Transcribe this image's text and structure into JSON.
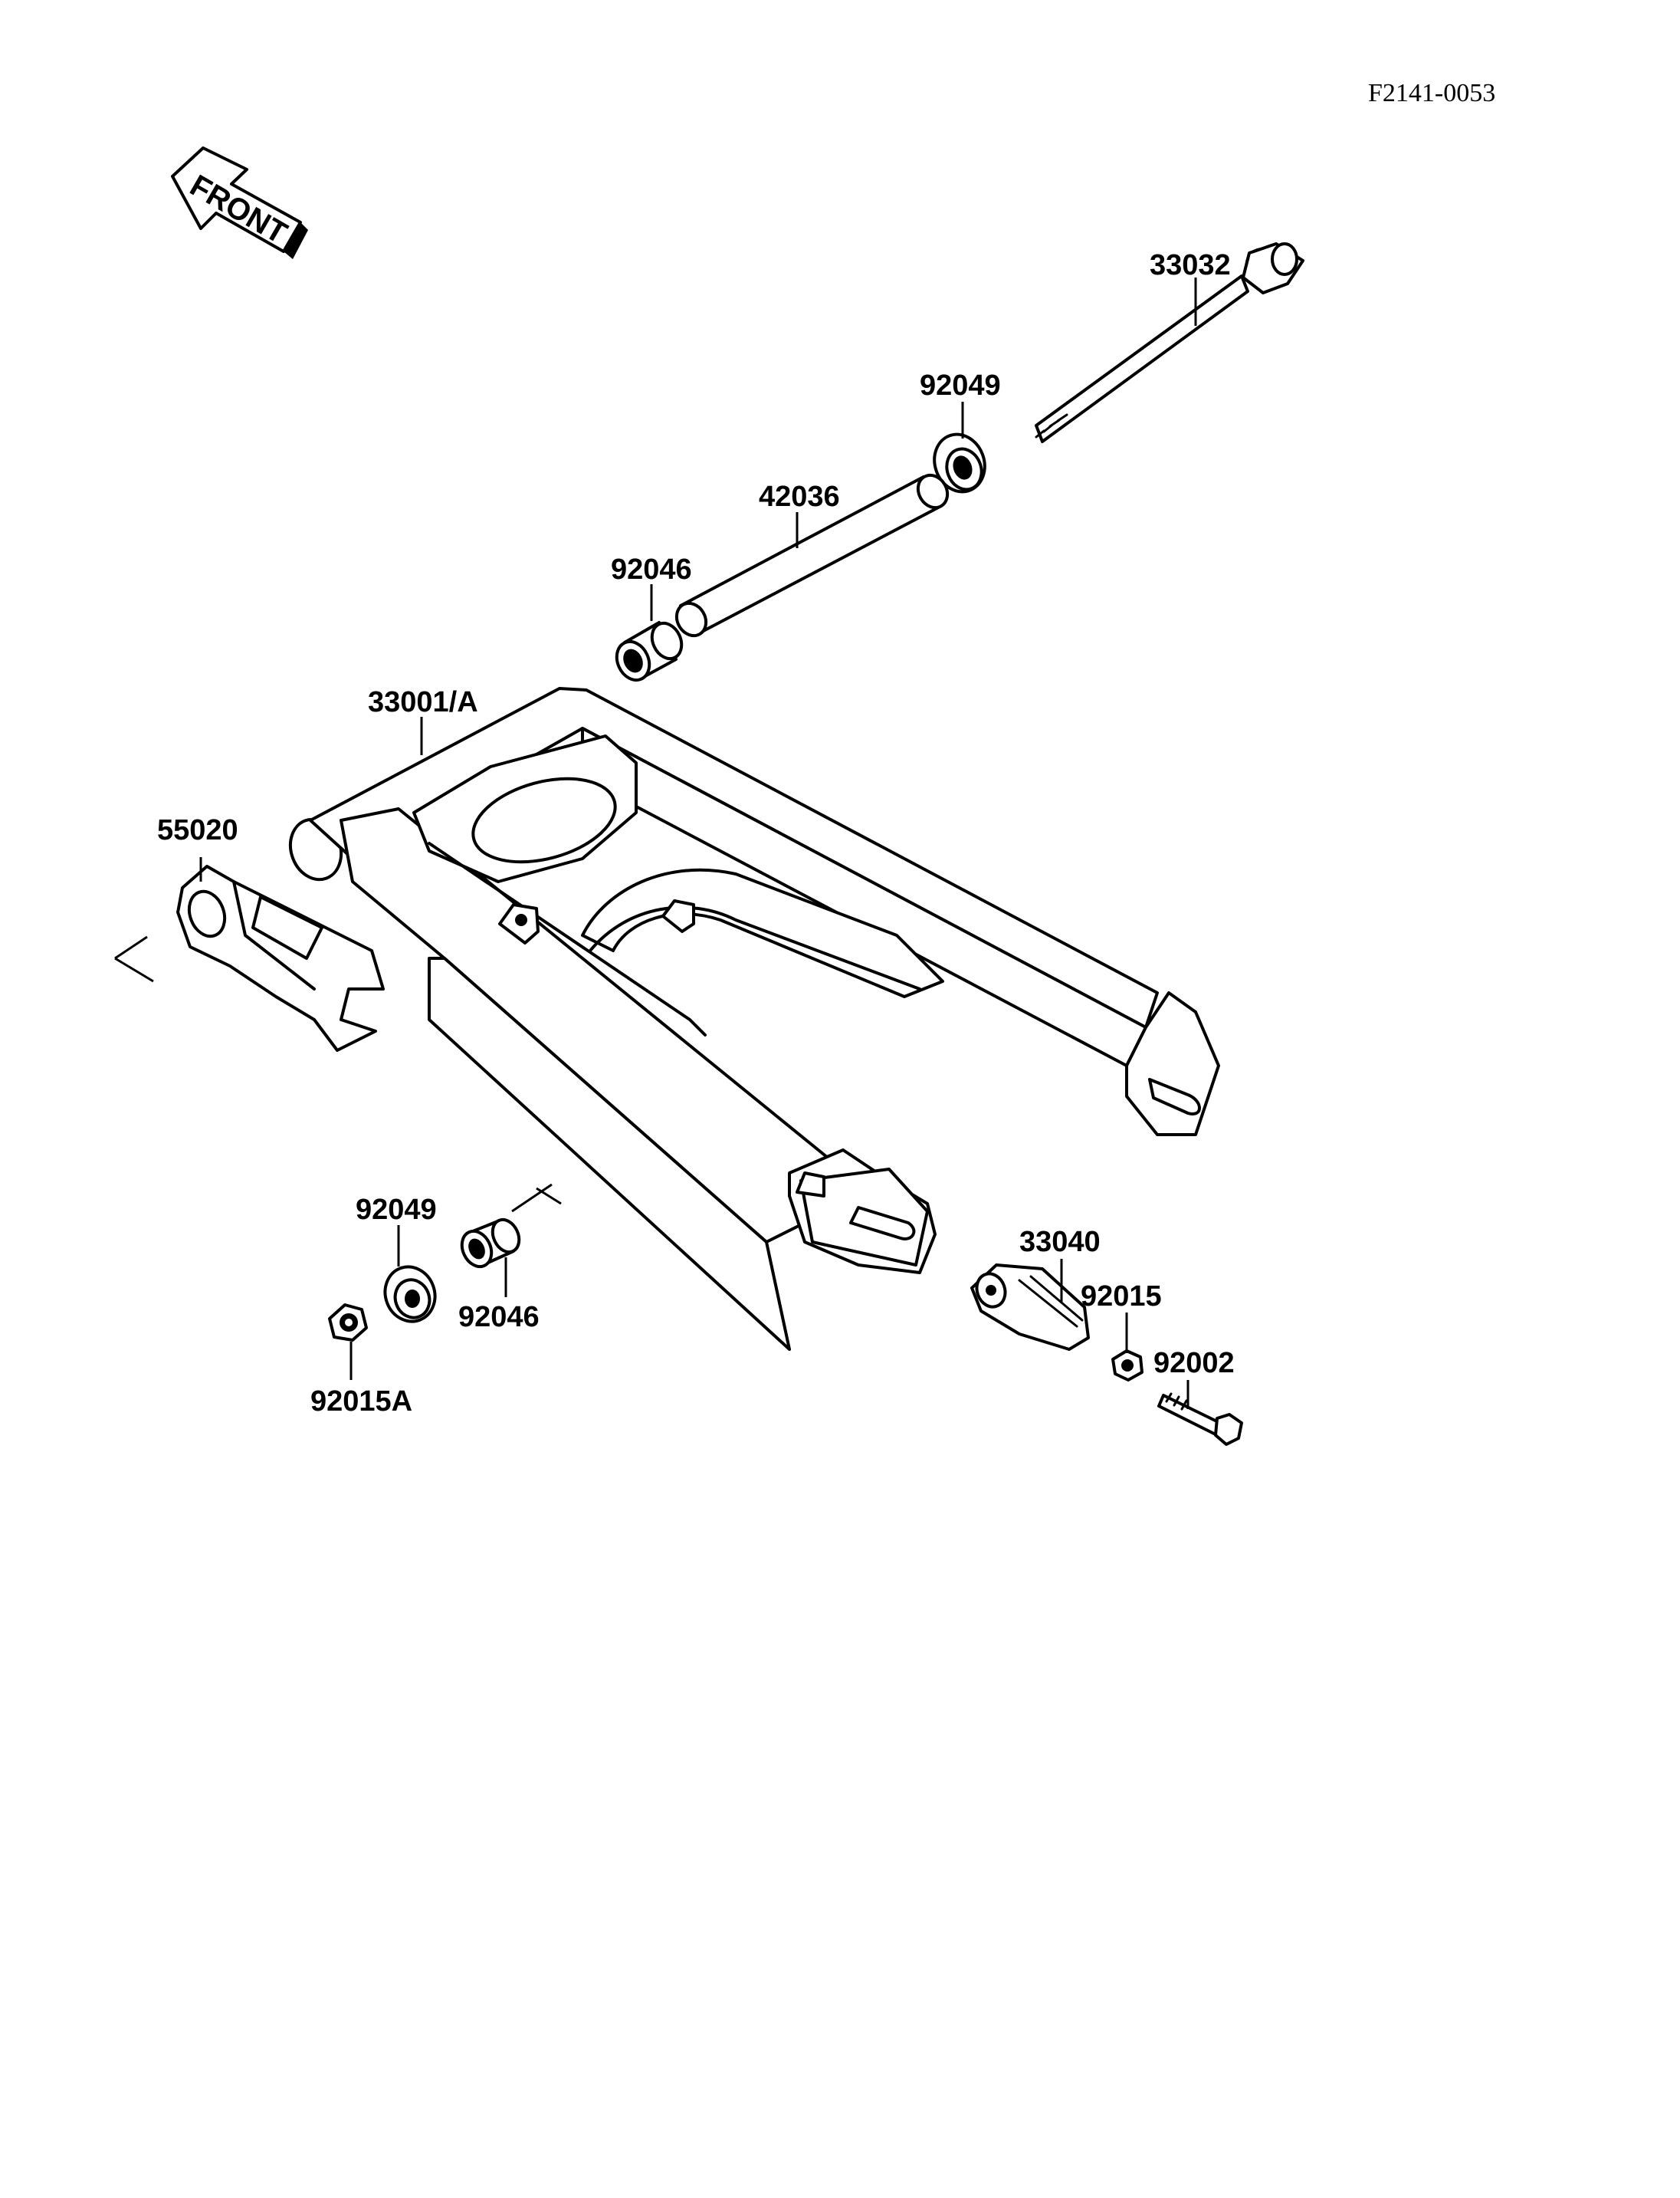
{
  "diagram": {
    "reference_code": "F2141-0053",
    "front_arrow_text": "FRONT",
    "labels": {
      "p33032": "33032",
      "p92049_top": "92049",
      "p42036": "42036",
      "p92046_top": "92046",
      "p33001": "33001/A",
      "p55020": "55020",
      "p92049_bottom": "92049",
      "p92046_bottom": "92046",
      "p92015A": "92015A",
      "p33040": "33040",
      "p92015": "92015",
      "p92002": "92002"
    }
  }
}
